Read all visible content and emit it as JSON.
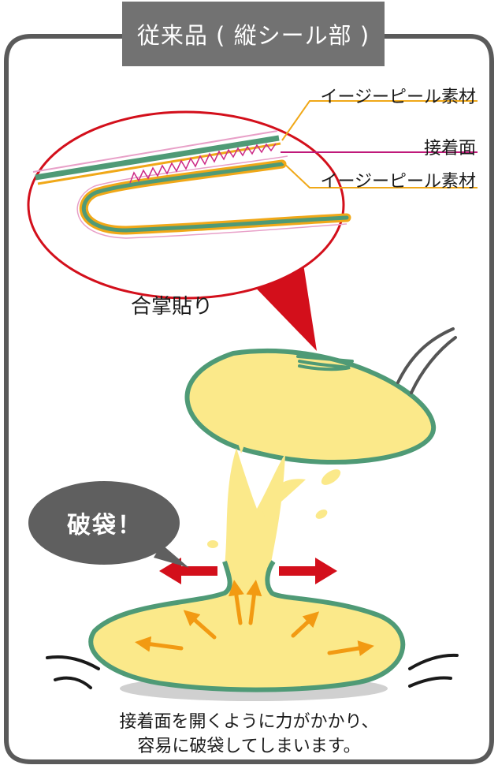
{
  "header": {
    "title": "従来品 ( 縦シール部 )"
  },
  "callout": {
    "labels": {
      "top_material": "イージーピール素材",
      "adhesive": "接着面",
      "bottom_material": "イージーピール素材"
    },
    "caption": "合掌貼り"
  },
  "burst_label": "破袋！",
  "description": {
    "line1": "接着面を開くように力がかかり、",
    "line2": "容易に破袋してしまいます。"
  },
  "colors": {
    "frame": "#5a5a5a",
    "header_bg": "#727272",
    "pouch_fill": "#fbe98a",
    "pouch_stroke": "#4f9a76",
    "film_green": "#4f9a76",
    "film_orange": "#f0a818",
    "film_pink": "#e8a0c8",
    "adhesive_zigzag": "#cc2a86",
    "leader_orange": "#f0a818",
    "leader_magenta": "#c0197a",
    "callout_red": "#d30f1b",
    "force_arrow_red": "#d30f1b",
    "pressure_arrow_orange": "#f29a12",
    "splash_yellow": "#fbe98a",
    "bubble_bg": "#5f5f5f"
  },
  "icons": [
    "burst-bubble-icon",
    "motion-lines-icon",
    "force-arrow-icon",
    "pressure-arrow-icon"
  ]
}
